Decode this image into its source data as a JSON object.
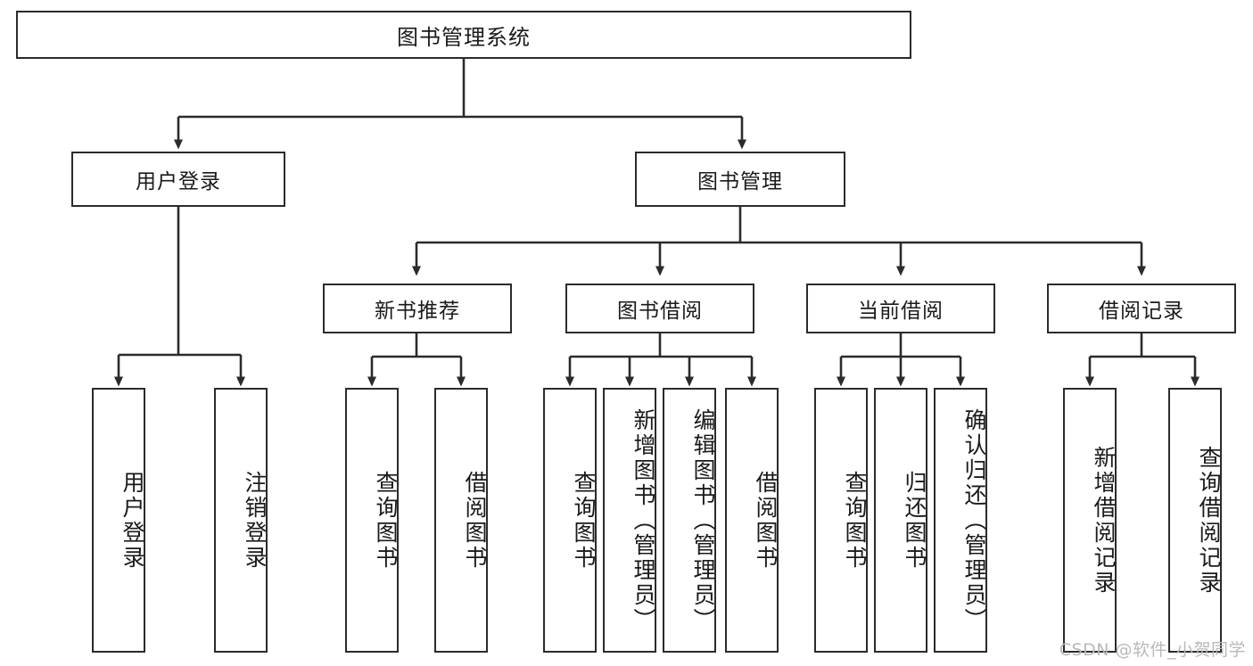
{
  "diagram": {
    "type": "tree-hierarchy",
    "title": "图书管理系统",
    "root": {
      "id": "root",
      "label": "图书管理系统",
      "orientation": "horizontal"
    },
    "level2": [
      {
        "id": "user-login",
        "label": "用户登录",
        "orientation": "horizontal"
      },
      {
        "id": "book-management",
        "label": "图书管理",
        "orientation": "horizontal"
      }
    ],
    "level3": [
      {
        "id": "new-book-recommend",
        "label": "新书推荐",
        "orientation": "horizontal",
        "parent": "book-management"
      },
      {
        "id": "book-borrow",
        "label": "图书借阅",
        "orientation": "horizontal",
        "parent": "book-management"
      },
      {
        "id": "current-borrow",
        "label": "当前借阅",
        "orientation": "horizontal",
        "parent": "book-management"
      },
      {
        "id": "borrow-record",
        "label": "借阅记录",
        "orientation": "horizontal",
        "parent": "book-management"
      }
    ],
    "leaves": [
      {
        "id": "leaf-user-login",
        "label": "用户登录",
        "parent": "user-login"
      },
      {
        "id": "leaf-logout-login",
        "label": "注销登录",
        "parent": "user-login"
      },
      {
        "id": "leaf-query-book-1",
        "label": "查询图书",
        "parent": "new-book-recommend"
      },
      {
        "id": "leaf-borrow-book-1",
        "label": "借阅图书",
        "parent": "new-book-recommend"
      },
      {
        "id": "leaf-query-book-2",
        "label": "查询图书",
        "parent": "book-borrow"
      },
      {
        "id": "leaf-add-book",
        "label": "新增图书（管理员）",
        "parent": "book-borrow"
      },
      {
        "id": "leaf-edit-book",
        "label": "编辑图书（管理员）",
        "parent": "book-borrow"
      },
      {
        "id": "leaf-borrow-book-2",
        "label": "借阅图书",
        "parent": "book-borrow"
      },
      {
        "id": "leaf-query-book-3",
        "label": "查询图书",
        "parent": "current-borrow"
      },
      {
        "id": "leaf-return-book",
        "label": "归还图书",
        "parent": "current-borrow"
      },
      {
        "id": "leaf-confirm-return",
        "label": "确认归还（管理员）",
        "parent": "current-borrow"
      },
      {
        "id": "leaf-add-record",
        "label": "新增借阅记录",
        "parent": "borrow-record"
      },
      {
        "id": "leaf-query-record",
        "label": "查询借阅记录",
        "parent": "borrow-record"
      }
    ],
    "watermark": "CSDN @软件_小贺同学",
    "colors": {
      "stroke": "#2b2b2b",
      "background": "#ffffff",
      "text": "#1a1a1a",
      "watermark": "#b9b9b9"
    }
  }
}
